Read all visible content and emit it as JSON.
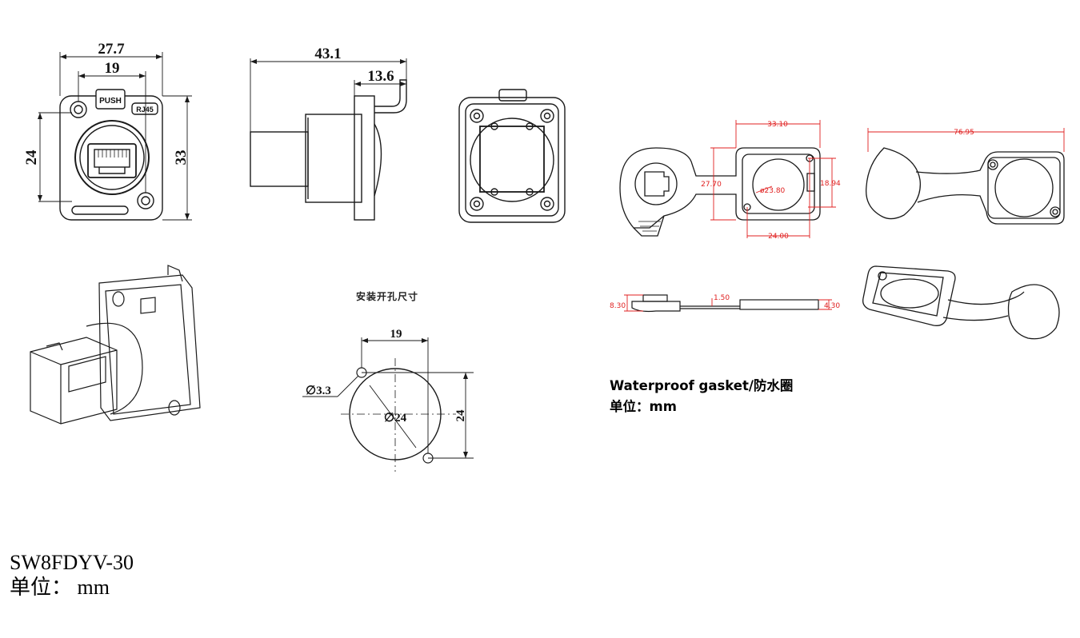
{
  "front_view": {
    "dim_width": "27.7",
    "dim_hole_spacing": "19",
    "dim_height_inner": "24",
    "dim_height_outer": "33",
    "label_push": "PUSH",
    "label_rj45": "RJ45"
  },
  "side_view": {
    "dim_total_depth": "43.1",
    "dim_flange_depth": "13.6"
  },
  "gasket_top": {
    "dim_width": "33.10",
    "dim_height": "27.70",
    "dim_hole_dia": "ø23.80",
    "dim_side": "18.94",
    "dim_hole_spacing": "24.00",
    "dim_total_length": "76.95"
  },
  "gasket_side": {
    "dim_left_thickness": "8.30",
    "dim_strap": "1.50",
    "dim_right_thickness": "4.30"
  },
  "cutout": {
    "title": "安装开孔尺寸",
    "dim_hole_spacing": "19",
    "dim_small_hole": "∅3.3",
    "dim_main_hole": "∅24",
    "dim_vertical": "24"
  },
  "caption_right": {
    "line1": "Waterproof gasket/防水圈",
    "line2": "单位：mm"
  },
  "caption_bottom": {
    "model": "SW8FDYV-30",
    "unit": "单位：  mm"
  },
  "colors": {
    "line": "#1a1a1a",
    "dimension_red": "#e02020"
  }
}
